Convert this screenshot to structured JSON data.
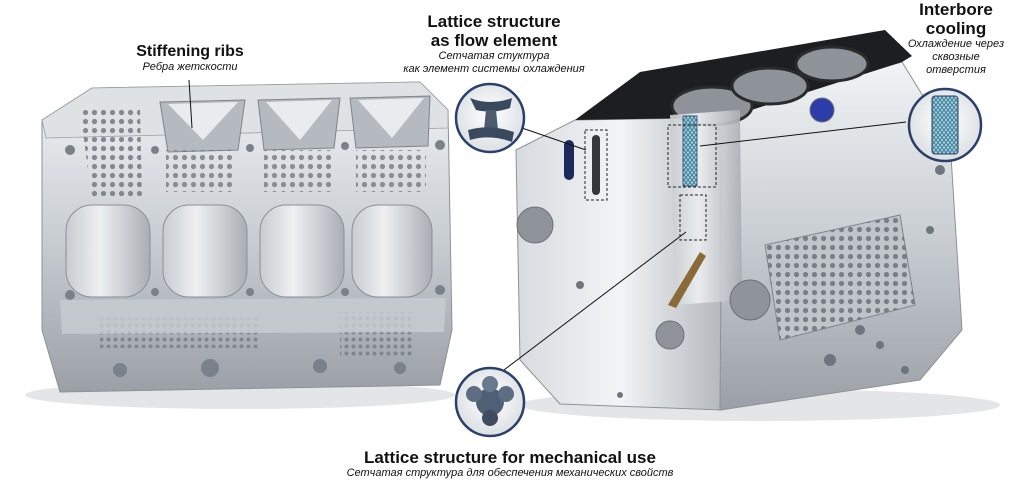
{
  "labels": {
    "stiffening": {
      "title": "Stiffening ribs",
      "subtitle": "Ребра жетскости"
    },
    "flow": {
      "title_line1": "Lattice structure",
      "title_line2": "as flow element",
      "subtitle_line1": "Сетчатая стуктура",
      "subtitle_line2": "как элемент системы охлаждения"
    },
    "interbore": {
      "title_line1": "Interbore",
      "title_line2": "cooling",
      "subtitle_line1": "Охлаждение через",
      "subtitle_line2": "сквозные",
      "subtitle_line3": "отверстия"
    },
    "mechanical": {
      "title": "Lattice structure for mechanical use",
      "subtitle": "Сетчатая структура для обеспечения механических свойств"
    }
  },
  "colors": {
    "metal_light": "#e4e7ea",
    "metal_mid": "#b9bec4",
    "metal_dark": "#7d838a",
    "deck_black": "#1d1e20",
    "callout_blue": "#2b3f6b",
    "lattice_blue": "#6fa4b8"
  }
}
